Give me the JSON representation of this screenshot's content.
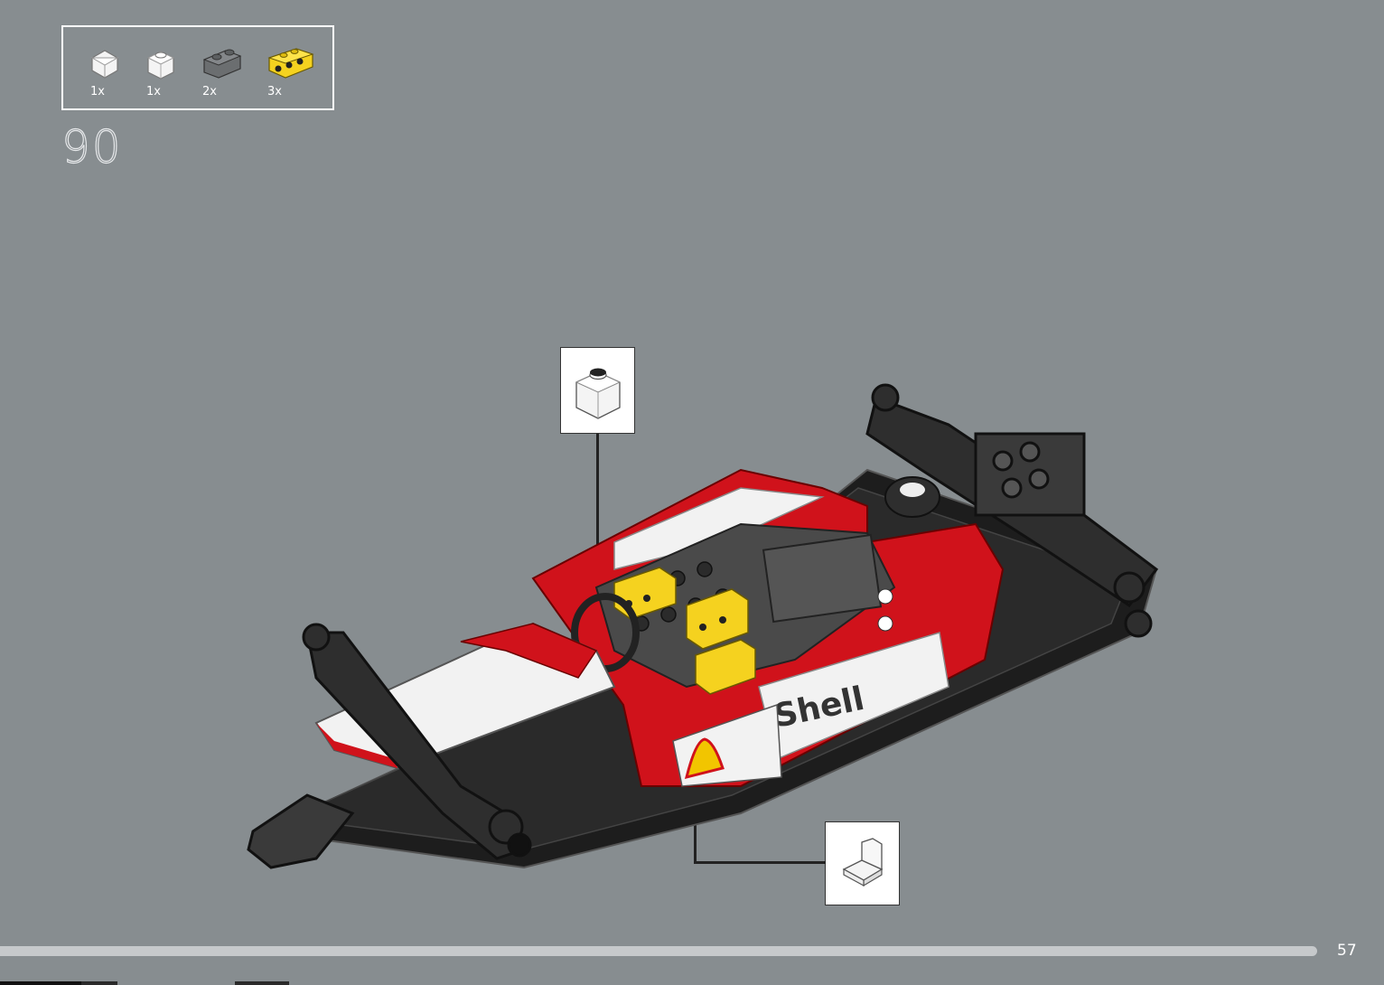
{
  "parts_list": {
    "items": [
      {
        "icon": "white-bracket-brick-icon",
        "color": "#f2f2f2",
        "quantity": "1x"
      },
      {
        "icon": "white-1x1-brick-icon",
        "color": "#f2f2f2",
        "quantity": "1x"
      },
      {
        "icon": "dark-grey-round-brick-icon",
        "color": "#6b6e70",
        "quantity": "2x"
      },
      {
        "icon": "yellow-technic-brick-icon",
        "color": "#f5d21f",
        "quantity": "3x"
      }
    ]
  },
  "step": {
    "number": "90"
  },
  "model": {
    "body_color": "#d0121b",
    "decal_text": "Shell"
  },
  "callouts": [
    {
      "icon": "white-1x1-brick-icon"
    },
    {
      "icon": "white-bracket-brick-icon"
    }
  ],
  "footer": {
    "page_number": "57"
  }
}
